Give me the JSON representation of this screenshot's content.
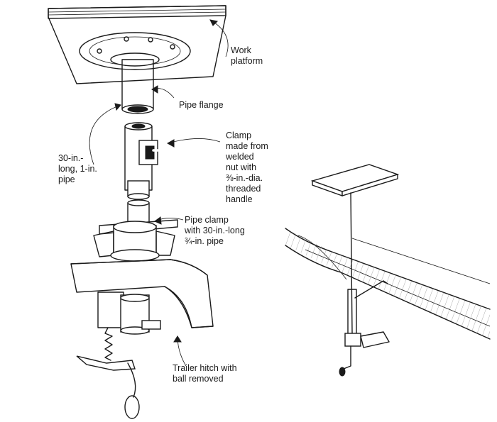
{
  "labels": {
    "work_platform": [
      "Work",
      "platform"
    ],
    "pipe_flange": [
      "Pipe flange"
    ],
    "long_pipe": [
      "30-in.-",
      "long, 1-in.",
      "pipe"
    ],
    "clamp": [
      "Clamp",
      "made from",
      "welded",
      "nut with",
      "⅜-in.-dia.",
      "threaded",
      "handle"
    ],
    "pipe_clamp": [
      "Pipe clamp",
      "with 30-in.-long",
      "¾-in. pipe"
    ],
    "trailer_hitch": [
      "Trailer hitch with",
      "ball removed"
    ]
  }
}
